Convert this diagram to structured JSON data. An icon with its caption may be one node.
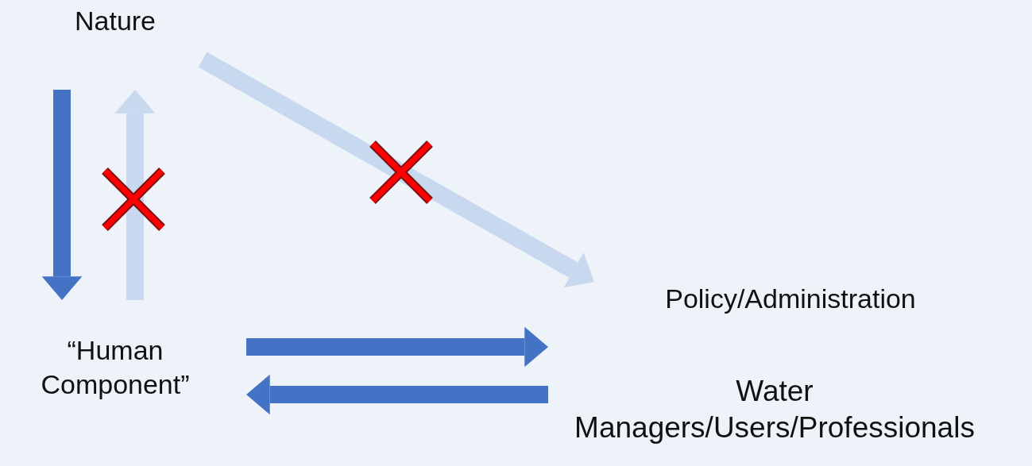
{
  "diagram": {
    "nodes": [
      {
        "text": [
          "Nature"
        ]
      },
      {
        "text": [
          "“Human Component”"
        ]
      },
      {
        "text": [
          "Policy/Administration"
        ]
      },
      {
        "text": [
          "Water Managers/Users/Professionals"
        ]
      }
    ],
    "edges": [
      {
        "from": 0,
        "to": 1,
        "arrow": "to"
      },
      {
        "from": 1,
        "to": 0,
        "arrow": "to",
        "color": "#c8d8ee"
      },
      {
        "from": 0,
        "to": 2,
        "arrow": "to",
        "color": "#c8d8ee"
      },
      {
        "from": 1,
        "to": 3,
        "arrow": "to"
      },
      {
        "from": 3,
        "to": 1,
        "arrow": "to"
      }
    ]
  }
}
